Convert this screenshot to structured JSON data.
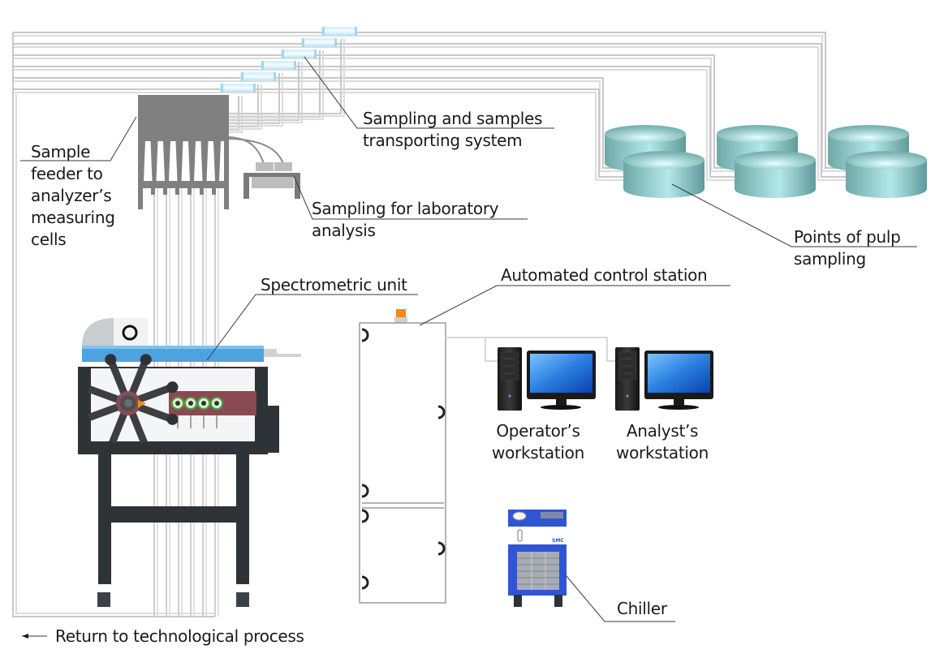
{
  "diagram": {
    "title": "Online pulp analysis system layout",
    "labels": {
      "sample_feeder": [
        "Sample",
        "feeder to",
        "analyzer’s",
        "measuring",
        "cells"
      ],
      "sampling_transport": [
        "Sampling and samples",
        "transporting system"
      ],
      "lab_sampling": [
        "Sampling for laboratory",
        "analysis"
      ],
      "pulp_points": [
        "Points of pulp",
        "sampling"
      ],
      "spectrometric_unit": "Spectrometric unit",
      "control_station": "Automated control station",
      "operator_ws": [
        "Operator’s",
        "workstation"
      ],
      "analyst_ws": [
        "Analyst’s",
        "workstation"
      ],
      "chiller": "Chiller",
      "return": "Return to technological process"
    },
    "components": {
      "sampling_lines": 6,
      "sample_cutters": 6,
      "pulp_tanks": 6,
      "probe_arms": 8,
      "measuring_cells": 4,
      "workstations": 2
    },
    "icons": {
      "return_arrow": "arrow-left-icon",
      "chiller_brand": "SMC"
    },
    "colors": {
      "pipe": "#c8c8c8",
      "cutter": "#bfe6f7",
      "feeder": "#808080",
      "tank": "#8fc5c5",
      "spectrometer_frame": "#2e3338",
      "spectrometer_rail": "#4da3e0",
      "cell_plate": "#8a4a52",
      "monitor_screen": "#2a7fe0",
      "chiller_body": "#2f55d4",
      "beacon": "#f08a1a"
    }
  }
}
